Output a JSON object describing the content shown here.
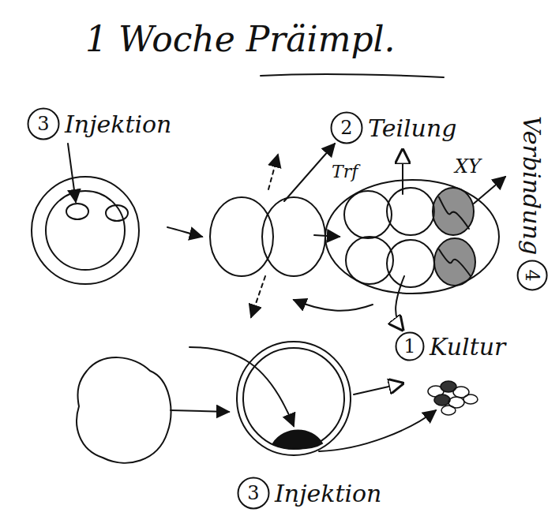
{
  "diagram": {
    "title": "1 Woche Präimpl.",
    "nodes": [
      {
        "text": [
          "3",
          "Injektion"
        ]
      },
      {
        "text": [
          "2",
          "Teilung"
        ]
      },
      {
        "text": [
          "4",
          "Verbindung"
        ]
      },
      {
        "text": [
          "1",
          "Kultur"
        ]
      },
      {
        "text": [
          "3",
          "Injektion"
        ]
      }
    ],
    "labels": [
      "Trf",
      "XY"
    ]
  }
}
